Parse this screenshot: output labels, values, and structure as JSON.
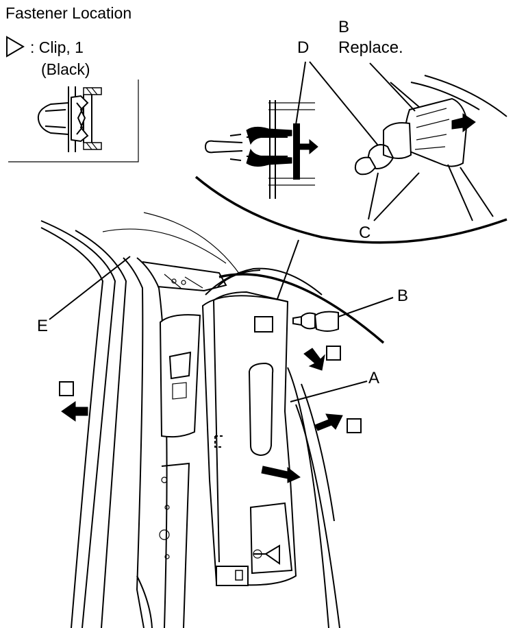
{
  "title": "Fastener Location",
  "legend": {
    "symbol": "▷",
    "clip_line1": ": Clip, 1",
    "clip_line2": "(Black)"
  },
  "detail_labels": {
    "b_letter": "B",
    "b_note": "Replace.",
    "d": "D",
    "c": "C"
  },
  "main_labels": {
    "a": "A",
    "b": "B",
    "e": "E"
  }
}
